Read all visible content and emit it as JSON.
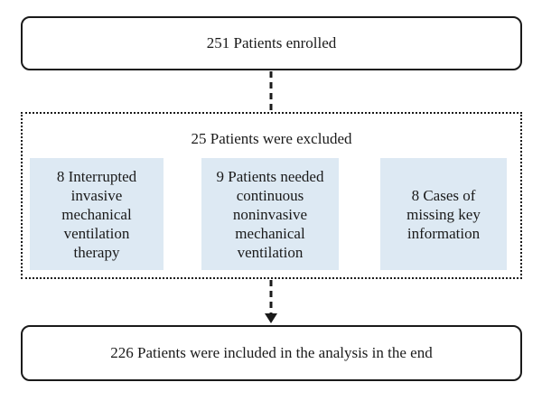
{
  "flow": {
    "enrolled": "251 Patients enrolled",
    "excluded_title": "25 Patients were excluded",
    "exclusions": [
      "8 Interrupted\ninvasive\nmechanical\nventilation\ntherapy",
      "9 Patients needed\ncontinuous\nnoninvasive\nmechanical\nventilation",
      "8 Cases of\nmissing key\ninformation"
    ],
    "included": "226 Patients were included in the analysis in the end"
  },
  "colors": {
    "sub_box_fill": "#dde9f3",
    "stroke": "#1a1a1a"
  }
}
